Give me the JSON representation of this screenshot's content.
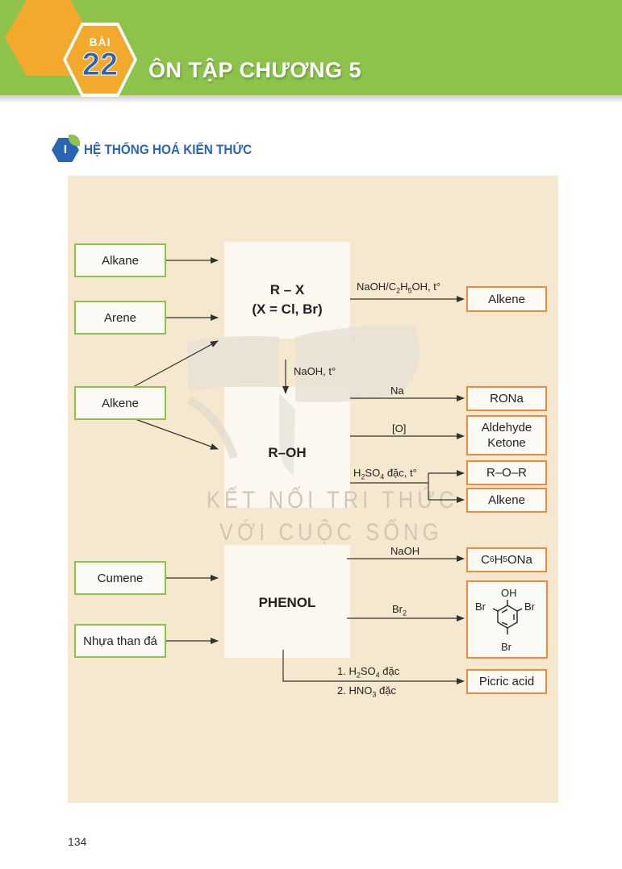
{
  "lesson": {
    "badge_word": "BÀI",
    "number": "22",
    "title": "ÔN TẬP CHƯƠNG 5"
  },
  "section": {
    "number": "I",
    "title": "HỆ THỐNG HOÁ KIẾN THỨC"
  },
  "watermark": {
    "line1": "KẾT NỐI TRI THỨC",
    "line2": "VỚI CUỘC SỐNG"
  },
  "diagram": {
    "inputs": {
      "alkane": "Alkane",
      "arene": "Arene",
      "alkene": "Alkene",
      "cumene": "Cumene",
      "coal_tar": "Nhựa than đá"
    },
    "centers": {
      "rx_line1": "R – X",
      "rx_line2": "(X = Cl, Br)",
      "roh": "R–OH",
      "phenol": "PHENOL"
    },
    "conditions": {
      "naoh_ethanol_pre": "NaOH/C",
      "naoh_ethanol_sub1": "2",
      "naoh_ethanol_mid": "H",
      "naoh_ethanol_sub2": "5",
      "naoh_ethanol_post": "OH, t°",
      "naoh_heat": "NaOH, t°",
      "na": "Na",
      "oxidation": "[O]",
      "h2so4_pre": "H",
      "h2so4_sub1": "2",
      "h2so4_mid": "SO",
      "h2so4_sub2": "4",
      "h2so4_post": " đặc, t°",
      "naoh": "NaOH",
      "br2_pre": "Br",
      "br2_sub": "2",
      "nitration1_pre": "1. H",
      "nitration1_sub1": "2",
      "nitration1_mid": "SO",
      "nitration1_sub2": "4",
      "nitration1_post": " đặc",
      "nitration2_pre": "2. HNO",
      "nitration2_sub": "3",
      "nitration2_post": " đặc"
    },
    "products": {
      "alkene_from_rx": "Alkene",
      "rona": "RONa",
      "aldehyde": "Aldehyde",
      "ketone": "Ketone",
      "ether": "R–O–R",
      "alkene_from_roh": "Alkene",
      "phenoxide_pre": "C",
      "phenoxide_sub1": "6",
      "phenoxide_mid": "H",
      "phenoxide_sub2": "5",
      "phenoxide_post": "ONa",
      "tribromophenol": {
        "oh": "OH",
        "br_left": "Br",
        "br_right": "Br",
        "br_bottom": "Br"
      },
      "picric_acid": "Picric acid"
    }
  },
  "page_number": "134",
  "colors": {
    "header_green": "#8dc34b",
    "badge_orange": "#f3a92b",
    "heading_blue": "#2a64b5",
    "input_border": "#8dc34b",
    "product_border": "#ef8a3c",
    "panel_bg": "#f5e8cf"
  }
}
